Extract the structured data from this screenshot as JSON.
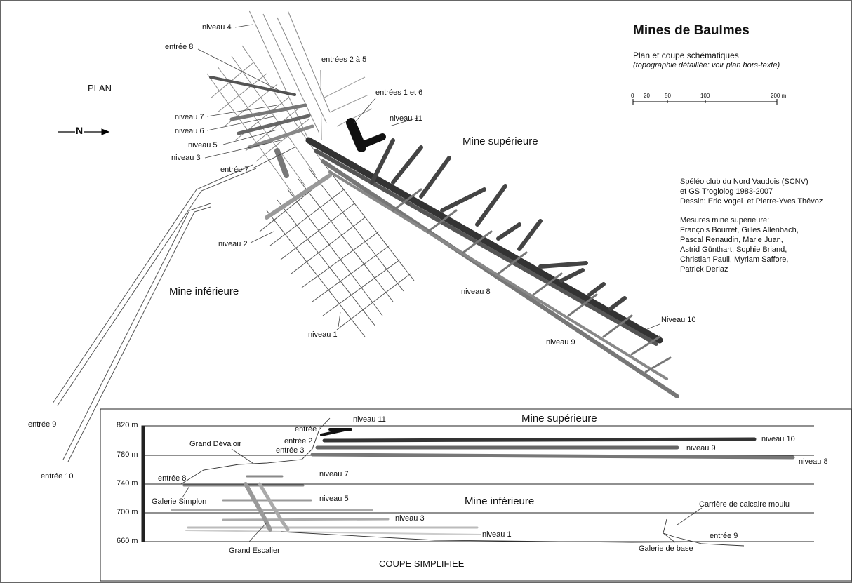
{
  "title": "Mines de Baulmes",
  "subtitle": "Plan et coupe schématiques",
  "subtitle_note": "(topographie détaillée: voir plan hors-texte)",
  "scale": {
    "labels": [
      "0",
      "20",
      "50",
      "100",
      "200 m"
    ]
  },
  "credits": [
    "Spéléo club du Nord Vaudois (SCNV)",
    "et GS Troglolog 1983-2007",
    "Dessin: Eric Vogel  et Pierre-Yves Thévoz"
  ],
  "measures": [
    "Mesures mine supérieure:",
    "François Bourret, Gilles Allenbach,",
    "Pascal Renaudin, Marie Juan,",
    "Astrid Günthart, Sophie Briand,",
    "Christian Pauli, Myriam Saffore,",
    "Patrick Deriaz"
  ],
  "plan": {
    "heading": "PLAN",
    "north": "N",
    "mine_sup": "Mine supérieure",
    "mine_inf": "Mine inférieure",
    "labels": {
      "niveau4": "niveau 4",
      "entree8": "entrée 8",
      "entrees2a5": "entrées 2 à 5",
      "entrees1et6": "entrées 1 et 6",
      "niveau11": "niveau 11",
      "niveau7": "niveau 7",
      "niveau6": "niveau 6",
      "niveau5": "niveau 5",
      "niveau3": "niveau 3",
      "entree7": "entrée 7",
      "niveau2": "niveau 2",
      "niveau8": "niveau 8",
      "niveau1": "niveau 1",
      "niveau10": "Niveau 10",
      "niveau9": "niveau 9",
      "entree9": "entrée 9",
      "entree10": "entrée 10"
    }
  },
  "coupe": {
    "heading": "COUPE SIMPLIFIEE",
    "elevations": [
      "820 m",
      "780 m",
      "740 m",
      "700 m",
      "660 m"
    ],
    "mine_sup": "Mine supérieure",
    "mine_inf": "Mine inférieure",
    "labels": {
      "entree1": "entrée 1",
      "niveau11": "niveau 11",
      "entree2": "entrée 2",
      "entree3": "entrée 3",
      "grand_devaloir": "Grand Dévaloir",
      "niveau10": "niveau 10",
      "niveau9": "niveau 9",
      "niveau8": "niveau 8",
      "entree8": "entrée 8",
      "niveau7": "niveau 7",
      "galerie_simplon": "Galerie Simplon",
      "niveau5": "niveau 5",
      "niveau3": "niveau 3",
      "niveau1": "niveau 1",
      "grand_escalier": "Grand Escalier",
      "carriere": "Carrière de calcaire moulu",
      "entree9": "entrée 9",
      "galerie_base": "Galerie de base"
    }
  }
}
